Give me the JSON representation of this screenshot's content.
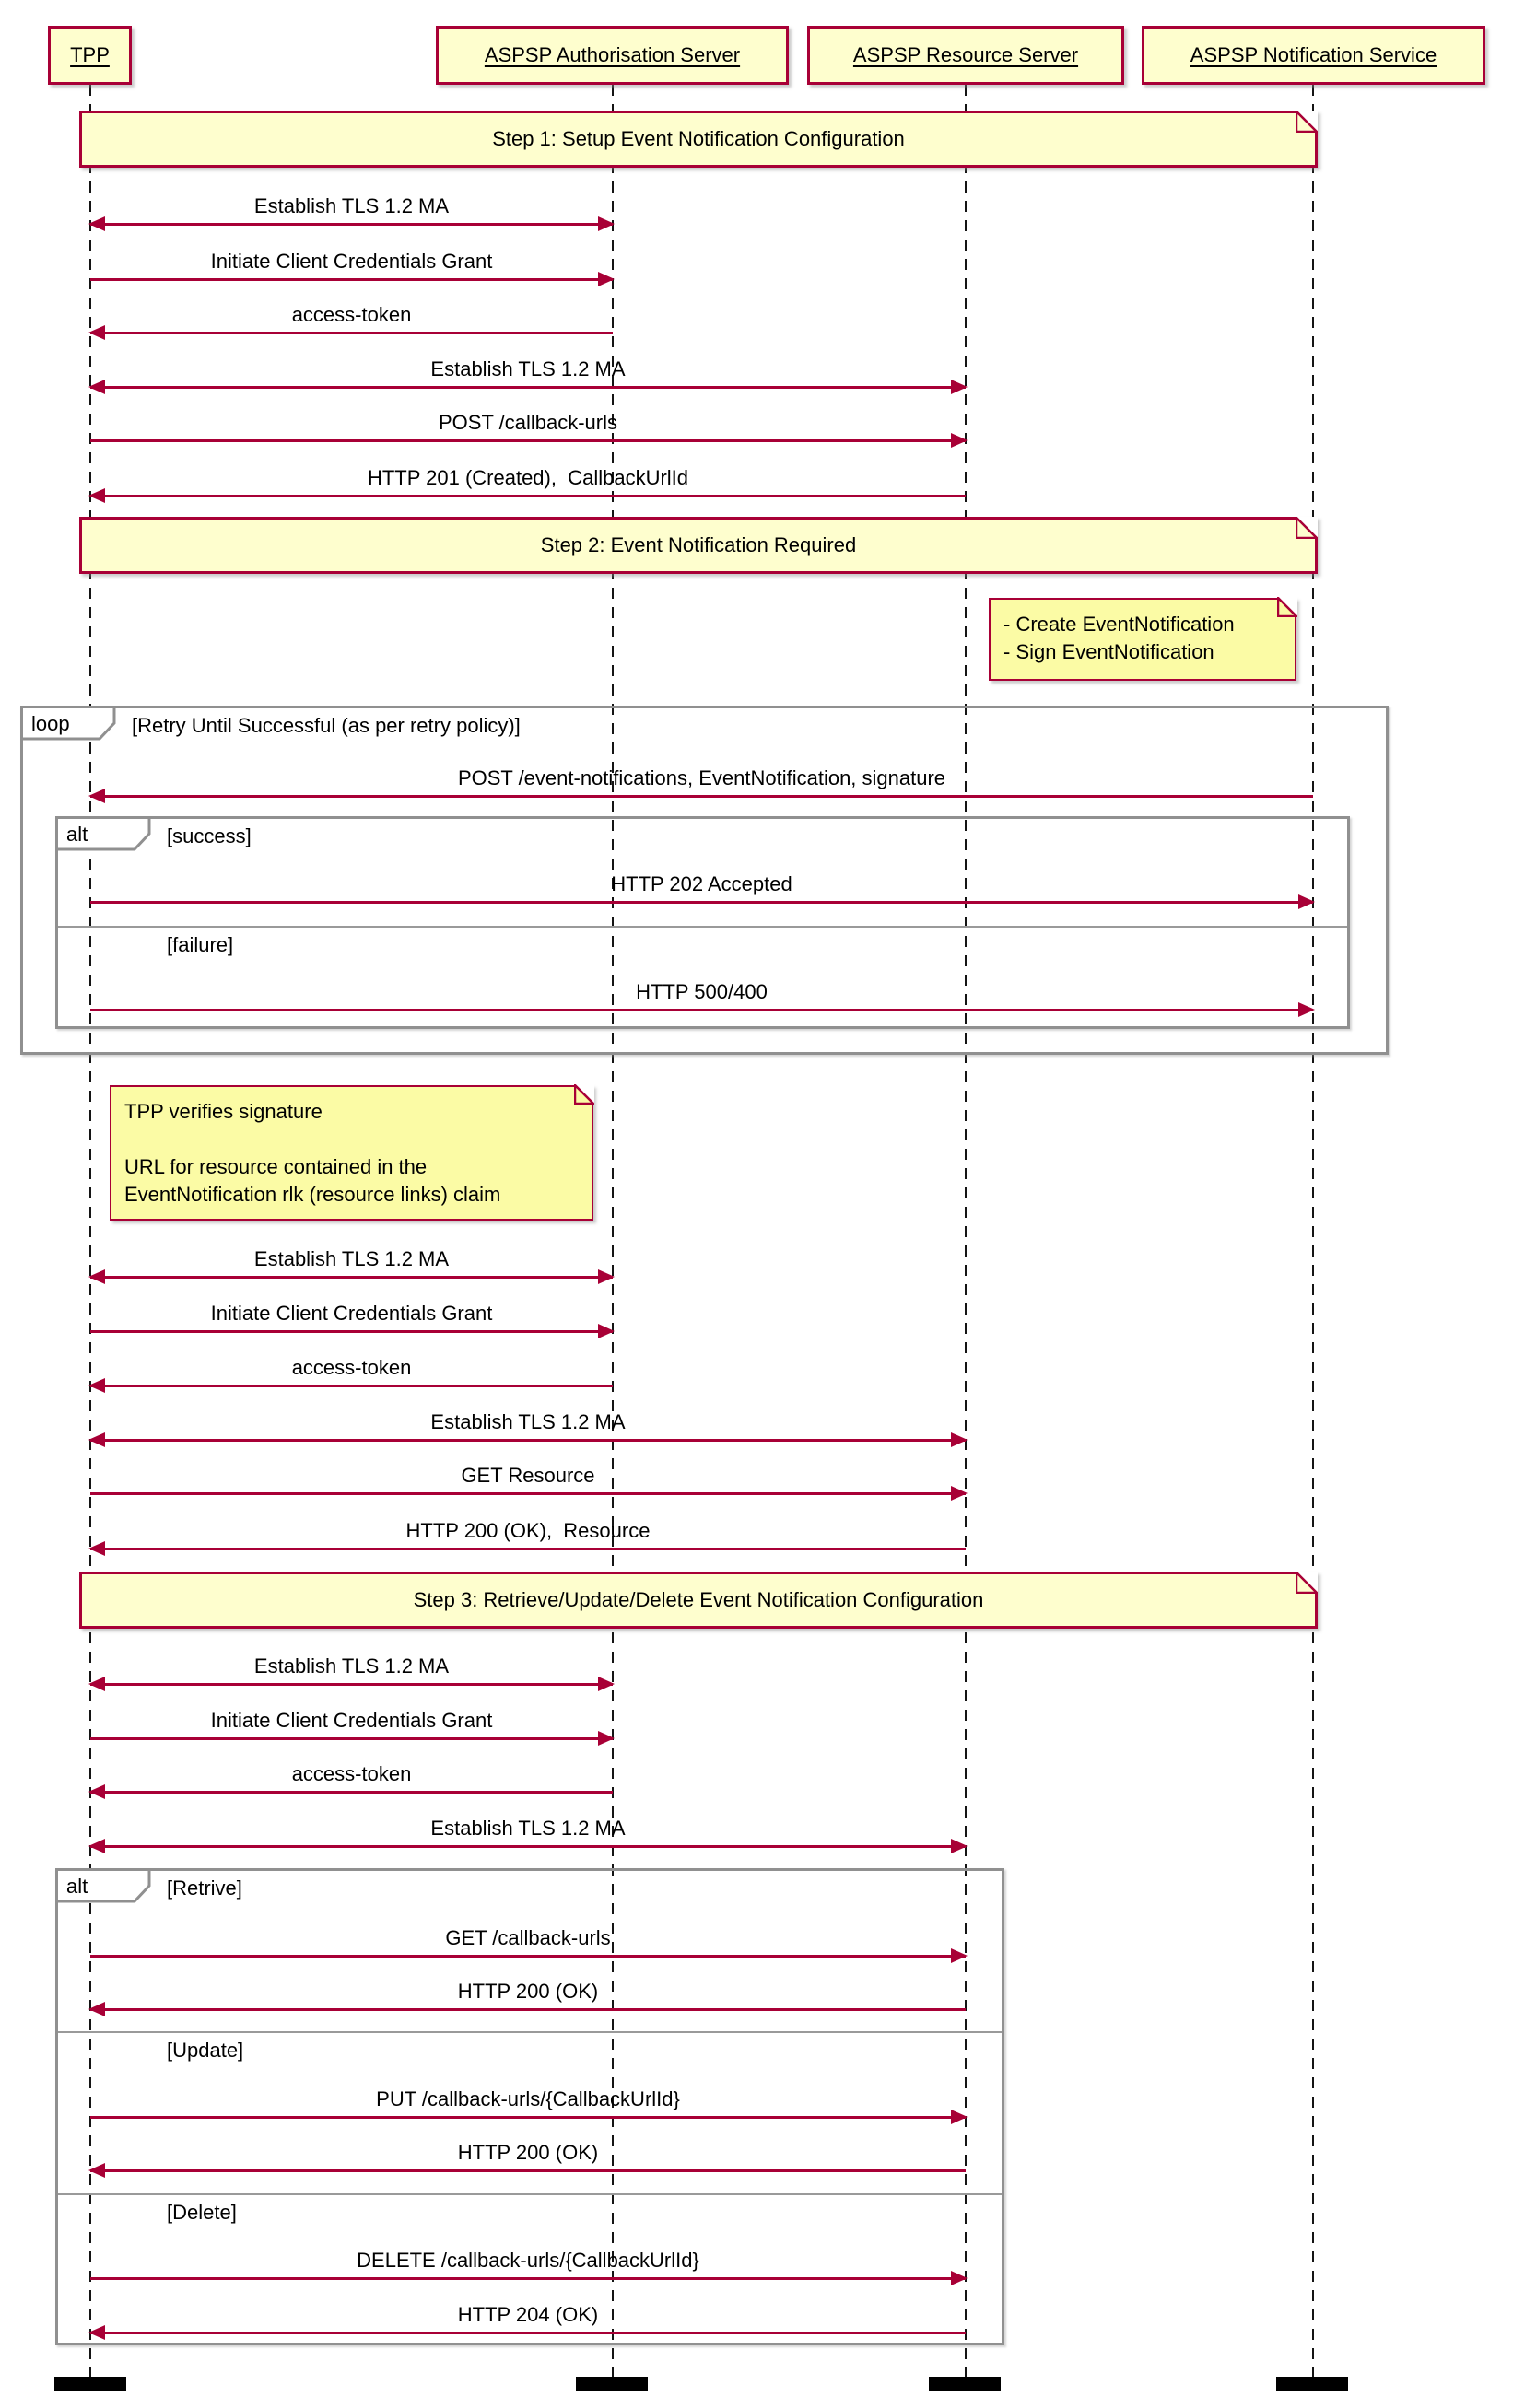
{
  "colors": {
    "accent": "#A80036",
    "participant_fill": "#FEFECE",
    "note_fill": "#FBFBA5",
    "frame_border": "#909090",
    "lifeline": "#141414",
    "text": "#000000"
  },
  "participants": [
    {
      "name": "TPP"
    },
    {
      "name": "ASPSP Authorisation Server"
    },
    {
      "name": "ASPSP Resource Server"
    },
    {
      "name": "ASPSP Notification Service"
    }
  ],
  "steps": [
    {
      "text": "Step 1: Setup Event Notification Configuration"
    },
    {
      "text": "Step 2: Event Notification Required"
    },
    {
      "text": "Step 3: Retrieve/Update/Delete Event Notification Configuration"
    }
  ],
  "notes": [
    {
      "lines": [
        "- Create EventNotification",
        "- Sign EventNotification"
      ]
    },
    {
      "lines": [
        "TPP verifies signature",
        "",
        "URL for resource contained in the",
        "EventNotification rlk (resource links) claim"
      ]
    }
  ],
  "fragments": [
    {
      "operator": "loop",
      "guards": [
        "[Retry Until Successful (as per retry policy)]"
      ]
    },
    {
      "operator": "alt",
      "guards": [
        "[success]",
        "[failure]"
      ]
    },
    {
      "operator": "alt",
      "guards": [
        "[Retrive]",
        "[Update]",
        "[Delete]"
      ]
    }
  ],
  "messages": [
    {
      "label": "Establish TLS 1.2 MA"
    },
    {
      "label": "Initiate Client Credentials Grant"
    },
    {
      "label": "access-token"
    },
    {
      "label": "Establish TLS 1.2 MA"
    },
    {
      "label": "POST /callback-urls"
    },
    {
      "label": "HTTP 201 (Created),  CallbackUrlId"
    },
    {
      "label": "POST /event-notifications, EventNotification, signature"
    },
    {
      "label": "HTTP 202 Accepted"
    },
    {
      "label": "HTTP 500/400"
    },
    {
      "label": "Establish TLS 1.2 MA"
    },
    {
      "label": "Initiate Client Credentials Grant"
    },
    {
      "label": "access-token"
    },
    {
      "label": "Establish TLS 1.2 MA"
    },
    {
      "label": "GET Resource"
    },
    {
      "label": "HTTP 200 (OK),  Resource"
    },
    {
      "label": "Establish TLS 1.2 MA"
    },
    {
      "label": "Initiate Client Credentials Grant"
    },
    {
      "label": "access-token"
    },
    {
      "label": "Establish TLS 1.2 MA"
    },
    {
      "label": "GET /callback-urls"
    },
    {
      "label": "HTTP 200 (OK)"
    },
    {
      "label": "PUT /callback-urls/{CallbackUrlId}"
    },
    {
      "label": "HTTP 200 (OK)"
    },
    {
      "label": "DELETE /callback-urls/{CallbackUrlId}"
    },
    {
      "label": "HTTP 204 (OK)"
    }
  ]
}
